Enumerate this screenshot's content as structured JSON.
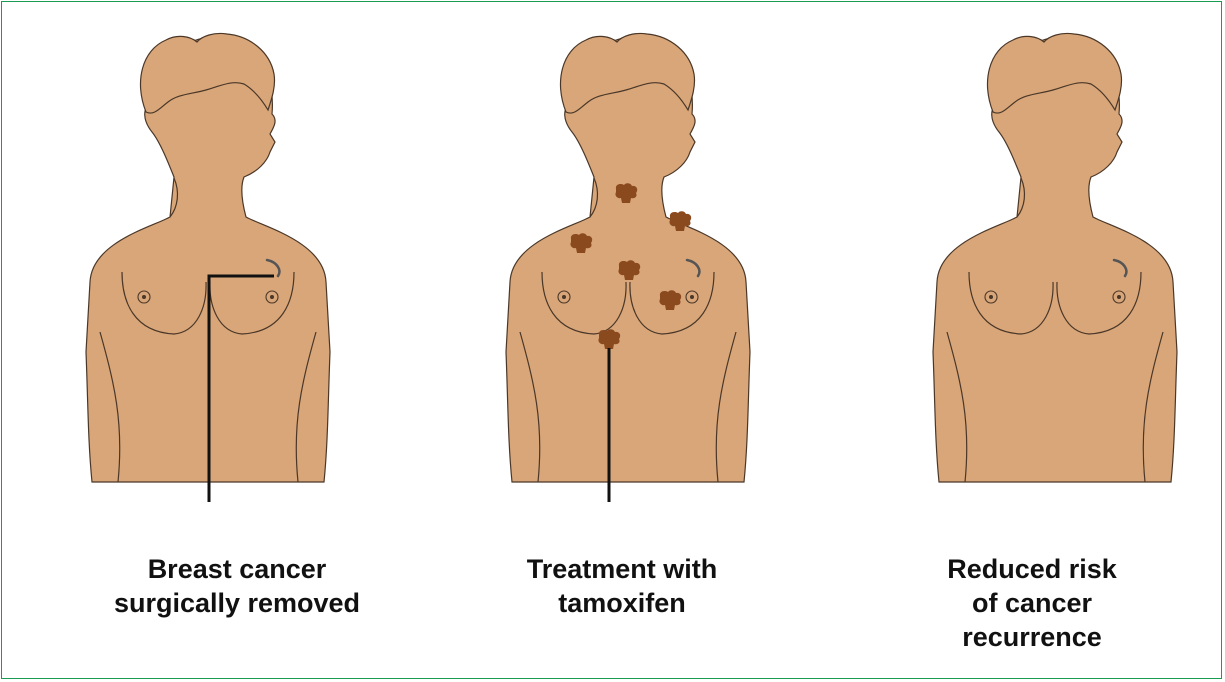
{
  "colors": {
    "skin": "#d8a679",
    "outline": "#4a3728",
    "tumor": "#8a4a1e",
    "pointer": "#111111",
    "border": "#1a9c55"
  },
  "panels": [
    {
      "caption_lines": [
        "Breast cancer",
        "surgically removed"
      ]
    },
    {
      "caption_lines": [
        "Treatment with",
        "tamoxifen"
      ]
    },
    {
      "caption_lines": [
        "Reduced risk",
        "of cancer",
        "recurrence"
      ]
    }
  ],
  "icons": {
    "figure": "woman-torso-icon",
    "tumor": "tumor-cell-icon",
    "scar": "surgical-scar-icon"
  }
}
